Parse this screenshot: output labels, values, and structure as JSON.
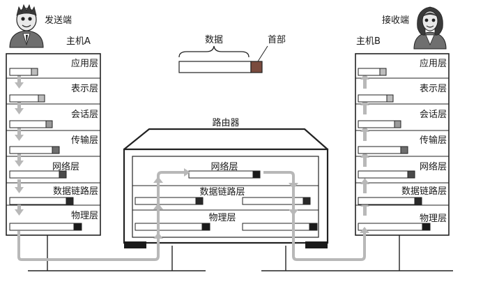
{
  "sender": {
    "role": "发送端",
    "host": "主机A",
    "layers": [
      "应用层",
      "表示层",
      "会话层",
      "传输层",
      "网络层",
      "数据链路层",
      "物理层"
    ]
  },
  "receiver": {
    "role": "接收端",
    "host": "主机B",
    "layers": [
      "应用层",
      "表示层",
      "会话层",
      "传输层",
      "网络层",
      "数据链路层",
      "物理层"
    ]
  },
  "packet_legend": {
    "data": "数据",
    "header": "首部"
  },
  "router": {
    "title": "路由器",
    "layers": [
      "网络层",
      "数据链路层",
      "物理层"
    ]
  },
  "colors": {
    "flow_line": "#b8b8b8",
    "header_light": "#bdbdbd",
    "header_mid": "#6e6e6e",
    "header_dark": "#1a1a1a",
    "header_legend": "#7a4b3e"
  }
}
